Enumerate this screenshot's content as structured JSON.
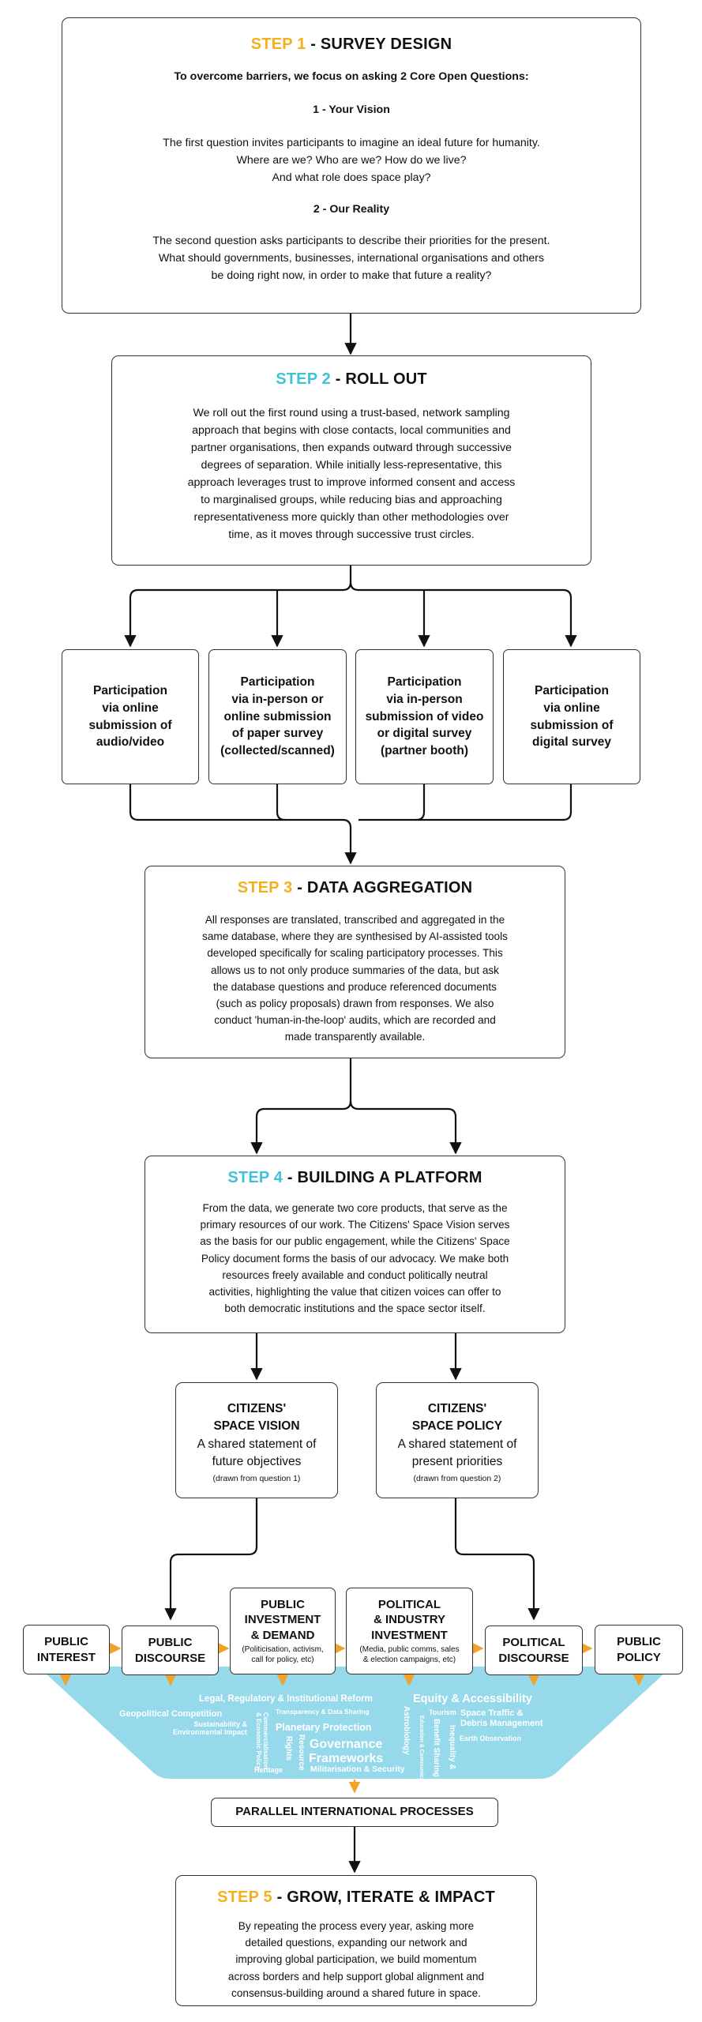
{
  "colors": {
    "yellow": "#F2B01E",
    "cyan": "#3FC1D9",
    "funnel": "#95D9EA",
    "arrow": "#F0A22B",
    "line": "#111111"
  },
  "step1": {
    "num": "STEP 1",
    "rest": " - SURVEY DESIGN",
    "intro": "To overcome barriers, we focus on asking 2 Core Open Questions:",
    "q1_title": "1 - Your Vision",
    "q1_text": "The first question invites participants to imagine an ideal future for humanity.\nWhere are we? Who are we? How do we live?\nAnd what role does space play?",
    "q2_title": "2 - Our Reality",
    "q2_text": "The second question asks participants to describe their priorities for the present.\nWhat should governments, businesses, international organisations and others\nbe doing right now, in order to make that future a reality?"
  },
  "step2": {
    "num": "STEP 2",
    "rest": " - ROLL OUT",
    "text": "We roll out the first round using a trust-based, network sampling\napproach that begins with close contacts, local communities and\npartner organisations, then expands outward through successive\ndegrees of separation. While initially less-representative, this\napproach leverages trust to improve informed consent and access\nto marginalised groups, while reducing bias and approaching\nrepresentativeness more quickly than other methodologies over\ntime, as it moves through successive trust circles."
  },
  "participation": [
    "Participation\nvia online\nsubmission of\naudio/video",
    "Participation\nvia in-person or\nonline submission\nof paper survey\n(collected/scanned)",
    "Participation\nvia in-person\nsubmission of video\nor digital survey\n(partner booth)",
    "Participation\nvia online\nsubmission of\ndigital survey"
  ],
  "step3": {
    "num": "STEP 3",
    "rest": " - DATA AGGREGATION",
    "text": "All responses are translated, transcribed and aggregated in the\nsame database, where they are synthesised by AI-assisted tools\ndeveloped specifically for scaling participatory processes. This\nallows us to not only produce summaries of the data, but ask\nthe database questions and produce referenced documents\n(such as policy proposals) drawn from responses. We also\nconduct 'human-in-the-loop' audits, which are recorded and\nmade transparently available."
  },
  "step4": {
    "num": "STEP 4",
    "rest": " - BUILDING A PLATFORM",
    "text": "From the data, we generate two core products, that serve as the\nprimary resources of our work. The Citizens' Space Vision serves\nas the basis for our public engagement, while the Citizens' Space\nPolicy document forms the basis of our advocacy. We make both\nresources freely available and conduct politically neutral\nactivities, highlighting the value that citizen voices can offer to\nboth democratic institutions and the space sector itself."
  },
  "vision": {
    "title": "CITIZENS'\nSPACE VISION",
    "desc": "A shared statement of\nfuture objectives",
    "sub": "(drawn from question 1)"
  },
  "policy": {
    "title": "CITIZENS'\nSPACE POLICY",
    "desc": "A shared statement of\npresent priorities",
    "sub": "(drawn from question 2)"
  },
  "stages": [
    {
      "title": "PUBLIC\nINTEREST",
      "sub": ""
    },
    {
      "title": "PUBLIC\nDISCOURSE",
      "sub": ""
    },
    {
      "title": "PUBLIC\nINVESTMENT\n& DEMAND",
      "sub": "(Politicisation, activism,\ncall for policy, etc)"
    },
    {
      "title": "POLITICAL\n& INDUSTRY\nINVESTMENT",
      "sub": "(Media, public comms, sales\n& election campaigns, etc)"
    },
    {
      "title": "POLITICAL\nDISCOURSE",
      "sub": ""
    },
    {
      "title": "PUBLIC\nPOLICY",
      "sub": ""
    }
  ],
  "topics": {
    "legal": "Legal, Regulatory & Institutional Reform",
    "equity": "Equity & Accessibility",
    "geopolitical": "Geopolitical Competition",
    "transparency": "Transparency & Data Sharing",
    "tourism": "Tourism",
    "traffic": "Space Traffic &\nDebris Management",
    "sustainability": "Sustainability &\nEnvironmental Impact",
    "protection": "Planetary Protection",
    "earthobs": "Earth Observation",
    "governance": "Governance\nFrameworks",
    "heritage": "Heritage",
    "militarisation": "Militarisation & Security",
    "commercialisation": "Commercialisation\n& Economic Policy",
    "rights": "Rights",
    "resource": "Resource",
    "astrobiology": "Astrobiology",
    "education": "Education & Communication",
    "benefit": "Benefit Sharing",
    "inequality": "Inequality &"
  },
  "parallel": "PARALLEL INTERNATIONAL PROCESSES",
  "step5": {
    "num": "STEP 5",
    "rest": " - GROW, ITERATE & IMPACT",
    "text": "By repeating the process every year, asking more\ndetailed questions, expanding our network and\nimproving global participation, we build momentum\nacross borders and help support global alignment and\nconsensus-building around a shared future in space."
  }
}
